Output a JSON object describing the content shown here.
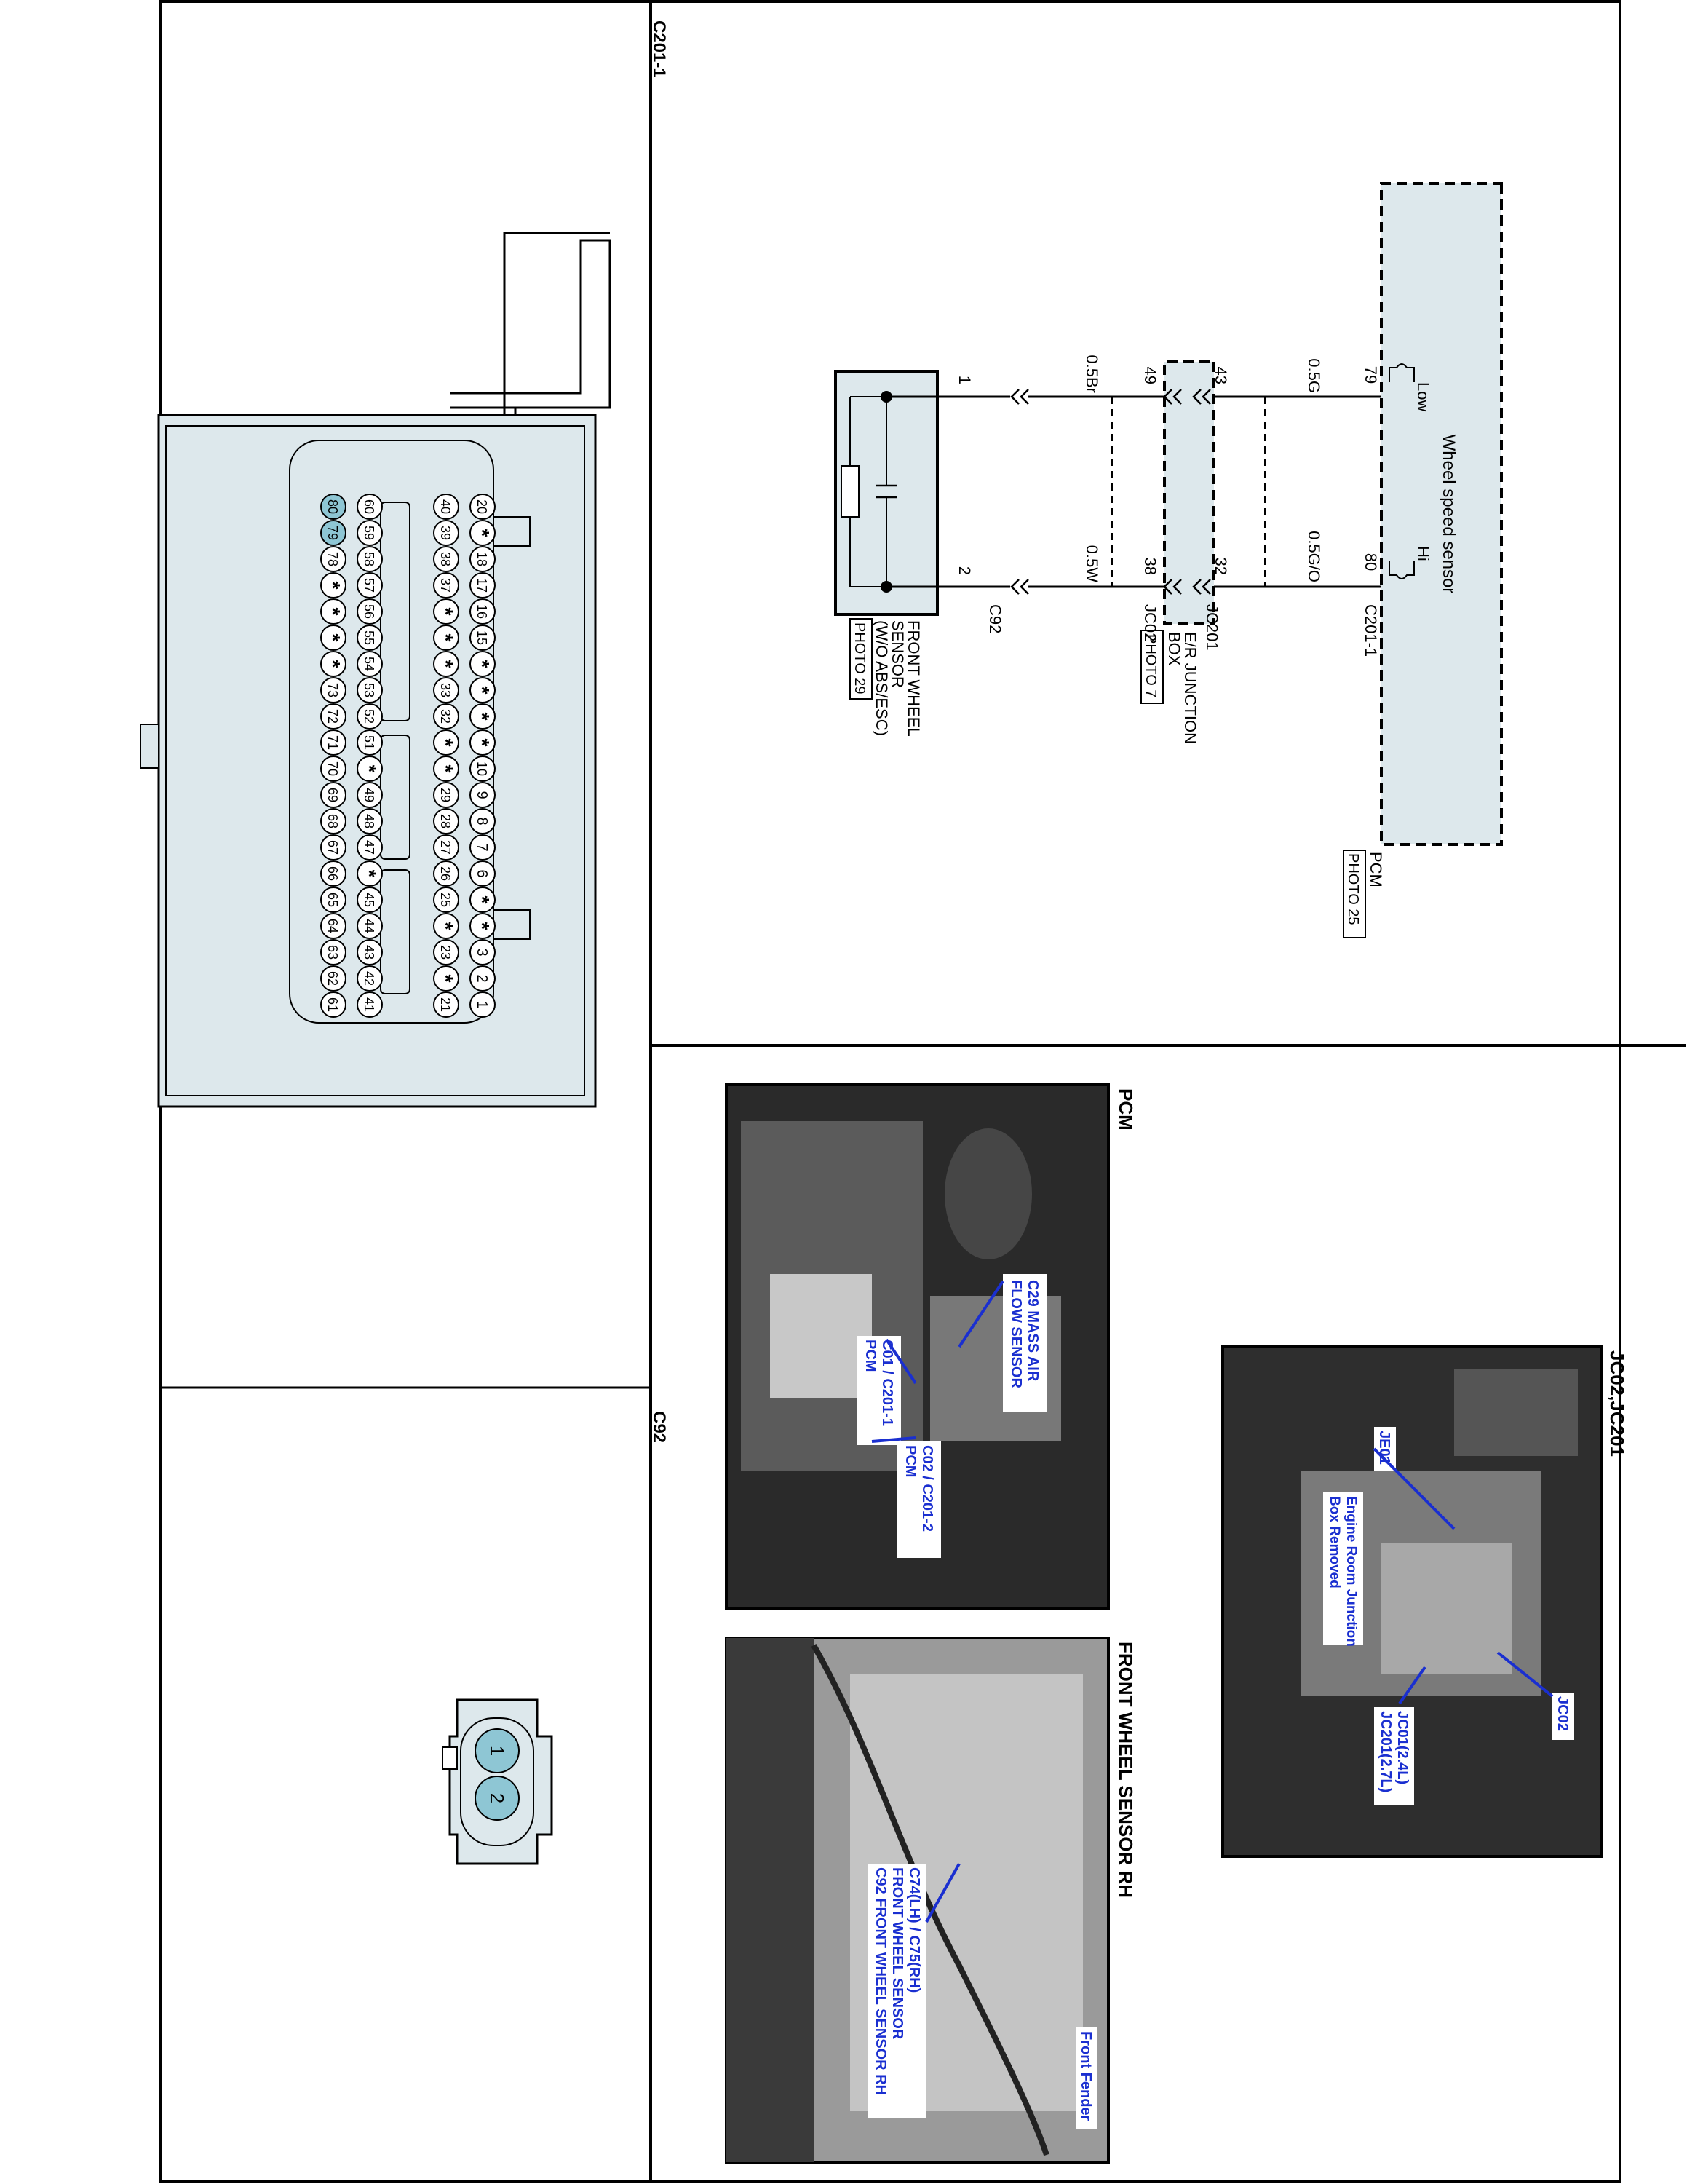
{
  "panels": {
    "c201_title": "C201-1",
    "c92_title": "C92",
    "photo_pcm_title": "PCM",
    "photo_fws_title": "FRONT WHEEL SENSOR RH",
    "photo_jc_title": "JC02,JC201"
  },
  "schematic": {
    "pcm": {
      "component": "Wheel speed sensor",
      "name": "PCM",
      "photo": "PHOTO 25",
      "pin_low_label": "Low",
      "pin_hi_label": "Hi",
      "connector": "C201-1",
      "pin_low": "79",
      "pin_hi": "80"
    },
    "wires_upper": {
      "left": "0.5G",
      "right": "0.5G/O"
    },
    "junction": {
      "name_line1": "E/R JUNCTION",
      "name_line2": "BOX",
      "photo": "PHOTO 7",
      "connector_top": "JC201",
      "connector_bottom": "JC02",
      "pin_top_left": "43",
      "pin_top_right": "32",
      "pin_bottom_left": "49",
      "pin_bottom_right": "38"
    },
    "wires_lower": {
      "left": "0.5Br",
      "right": "0.5W"
    },
    "sensor": {
      "name_line1": "FRONT WHEEL",
      "name_line2": "SENSOR",
      "name_line3": "(W/O ABS/ESC)",
      "photo": "PHOTO 29",
      "connector": "C92",
      "pin_left": "1",
      "pin_right": "2"
    }
  },
  "c201_connector": {
    "row1": [
      "1",
      "2",
      "3",
      "*",
      "*",
      "6",
      "7",
      "8",
      "9",
      "10",
      "*",
      "*",
      "*",
      "*",
      "15",
      "16",
      "17",
      "18",
      "*",
      "20"
    ],
    "row2": [
      "21",
      "*",
      "23",
      "*",
      "25",
      "26",
      "27",
      "28",
      "29",
      "*",
      "*",
      "32",
      "33",
      "*",
      "*",
      "*",
      "37",
      "38",
      "39",
      "40"
    ],
    "row3": [
      "41",
      "42",
      "43",
      "44",
      "45",
      "*",
      "47",
      "48",
      "49",
      "*",
      "51",
      "52",
      "53",
      "54",
      "55",
      "56",
      "57",
      "58",
      "59",
      "60"
    ],
    "row4": [
      "61",
      "62",
      "63",
      "64",
      "65",
      "66",
      "67",
      "68",
      "69",
      "70",
      "71",
      "72",
      "73",
      "*",
      "*",
      "*",
      "*",
      "78",
      "79",
      "80"
    ],
    "highlighted": [
      "79",
      "80"
    ]
  },
  "c92_connector": {
    "pins": [
      "1",
      "2"
    ]
  },
  "photo_labels": {
    "pcm_maf_1": "C29 MASS AIR",
    "pcm_maf_2": "FLOW SENSOR",
    "pcm_c01_1": "C01 / C201-1",
    "pcm_c01_2": "PCM",
    "pcm_c02_1": "C02 / C201-2",
    "pcm_c02_2": "PCM",
    "fws_fender": "Front Fender",
    "fws_1": "C74(LH) / C75(RH)",
    "fws_2": "FRONT WHEEL SENSOR",
    "fws_3": "C92 FRONT WHEEL SENSOR RH",
    "jc_je01": "JE01",
    "jc_er_1": "Engine Room Junction",
    "jc_er_2": "Box Removed",
    "jc_jc01_1": "JC01(2.4L)",
    "jc_jc01_2": "JC201(2.7L)",
    "jc_jc02": "JC02"
  },
  "colors": {
    "connector_fill": "#dde8ec",
    "pin_highlight": "#8ec6d4",
    "label_blue": "#1a2fd0"
  }
}
